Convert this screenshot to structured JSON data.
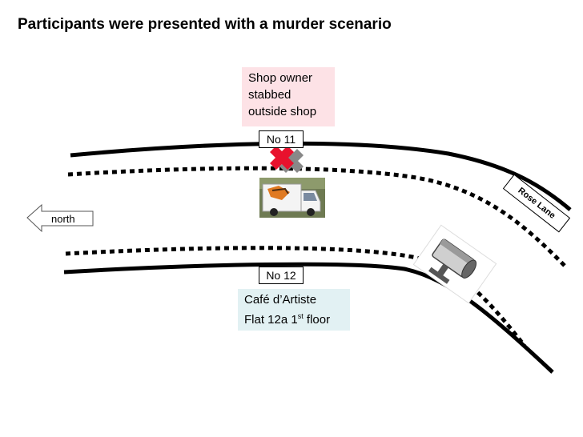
{
  "title": "Participants were presented with a murder scenario",
  "scene_note": {
    "line1": "Shop owner",
    "line2": "stabbed",
    "line3": "outside shop"
  },
  "labels": {
    "no11": "No 11",
    "no12": "No 12",
    "north": "north",
    "rose_lane": "Rose Lane"
  },
  "cafe": {
    "line1": "Café d’Artiste",
    "line2_prefix": "Flat 12a 1",
    "line2_sup": "st",
    "line2_suffix": " floor"
  },
  "colors": {
    "crime_marker": "#e8112d",
    "note_pink": "#fde2e6",
    "note_blue": "#e2f1f3"
  },
  "icons": [
    "crime-scene-x-icon",
    "van-icon",
    "cctv-camera-icon",
    "north-arrow-icon"
  ]
}
